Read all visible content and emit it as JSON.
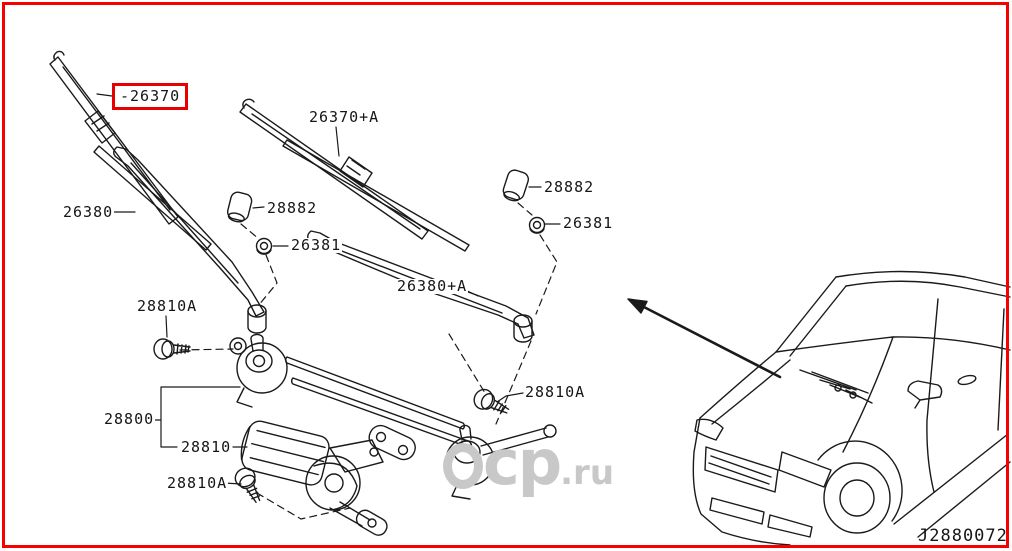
{
  "colors": {
    "frame_border": "#f60000",
    "highlight_box": "#e80000",
    "line_art": "#1a1a1a",
    "watermark": "#c8c8c8",
    "background": "#ffffff"
  },
  "labels": {
    "blade_driver": "-26370",
    "blade_passenger": "26370+A",
    "arm_driver": "26380",
    "arm_passenger": "26380+A",
    "pivot_cap_left": "28882",
    "pivot_cap_right": "28882",
    "pivot_nut_left": "26381",
    "pivot_nut_right": "26381",
    "bolt_upper": "28810A",
    "bolt_lower": "28810A",
    "bolt_right": "28810A",
    "linkage_assembly": "28800",
    "wiper_motor": "28810"
  },
  "diagram_code": "J2880072",
  "watermark": {
    "logo": "ring-icon",
    "text": "cp",
    "domain": ".ru"
  }
}
